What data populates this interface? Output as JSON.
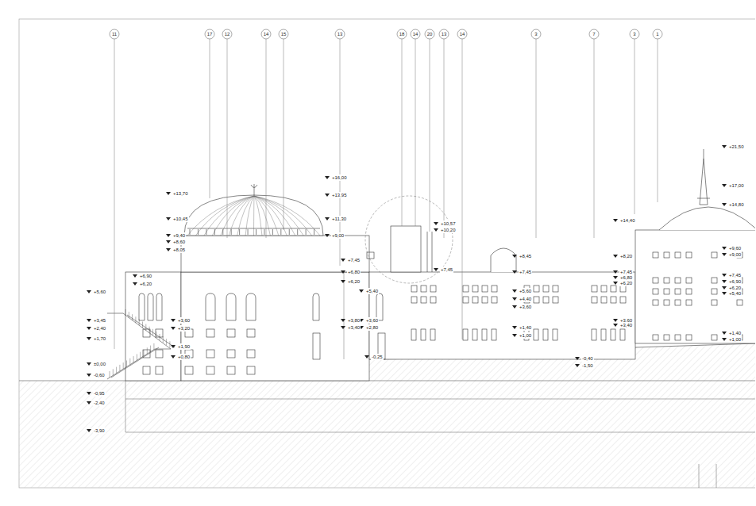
{
  "diagram": {
    "labels": [
      "11",
      "17",
      "12",
      "14",
      "15",
      "13",
      "18",
      "14",
      "20",
      "13",
      "14",
      "3",
      "7",
      "3",
      "1",
      "+5,60",
      "+3,45",
      "+2,40",
      "+1,70",
      "±0,00",
      "-0,60",
      "-0,95",
      "-2,40",
      "-3,90",
      "+13,70",
      "+10,45",
      "+9,40",
      "+8,60",
      "+8,05",
      "+6,90",
      "+6,20",
      "+3,60",
      "+3,20",
      "+1,90",
      "+0,80",
      "+16,00",
      "+13,95",
      "+11,30",
      "+9,00",
      "+7,45",
      "+6,80",
      "+6,20",
      "+3,80",
      "+3,40",
      "+5,40",
      "+3,60",
      "+2,80",
      "-0,25",
      "+10,57",
      "+10,20",
      "+7,45",
      "+8,45",
      "+7,45",
      "+5,60",
      "+4,40",
      "+3,60",
      "+1,40",
      "+1,00",
      "-0,40",
      "-1,50",
      "+14,40",
      "+8,20",
      "+7,45",
      "+6,80",
      "+6,20",
      "+3,60",
      "+3,40",
      "+21,50",
      "+17,00",
      "+14,80",
      "+9,60",
      "+9,00",
      "+7,45",
      "+6,90",
      "+6,20",
      "+5,40",
      "+1,40",
      "+1,00"
    ]
  }
}
